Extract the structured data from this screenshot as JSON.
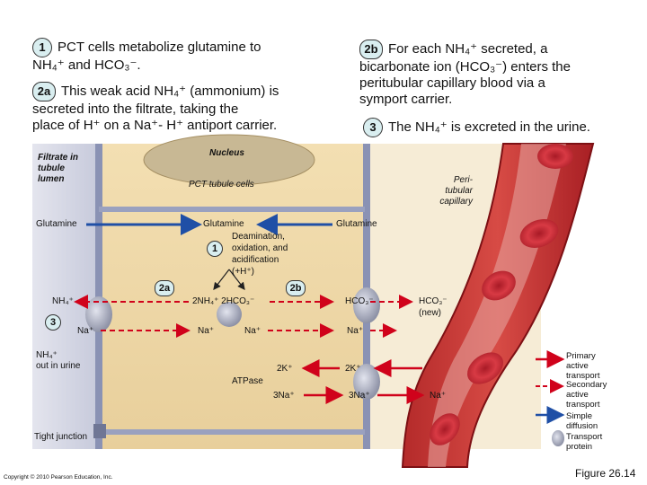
{
  "steps": {
    "s1": {
      "num": "1",
      "line1": "PCT cells metabolize glutamine to",
      "line2": "NH₄⁺ and HCO₃⁻."
    },
    "s2a": {
      "num": "2a",
      "line1": "This weak acid NH₄⁺ (ammonium) is",
      "line2": "secreted into the filtrate, taking the",
      "line3": "place of H⁺ on a Na⁺- H⁺ antiport carrier."
    },
    "s2b": {
      "num": "2b",
      "line1": "For each NH₄⁺ secreted, a",
      "line2": "bicarbonate ion (HCO₃⁻) enters the",
      "line3": "peritubular capillary blood via a",
      "line4": "symport carrier."
    },
    "s3": {
      "num": "3",
      "line1": "The NH₄⁺ is excreted in the urine."
    }
  },
  "labels": {
    "filtrate": "Filtrate in tubule lumen",
    "nucleus": "Nucleus",
    "pct_cells": "PCT tubule cells",
    "peritubular": "Peri-tubular capillary",
    "glutamine_left": "Glutamine",
    "glutamine_mid": "Glutamine",
    "glutamine_right": "Glutamine",
    "deamination_1": "Deamination,",
    "deamination_2": "oxidation, and",
    "deamination_3": "acidification",
    "deamination_4": "(+H⁺)",
    "nh4_left": "NH₄⁺",
    "products": "2NH₄⁺  2HCO₃⁻",
    "hco3_out": "HCO₃⁻",
    "hco3_new_1": "HCO₃⁻",
    "hco3_new_2": "(new)",
    "na_lumen": "Na⁺",
    "na_cell_1": "Na⁺",
    "na_cell_2": "Na⁺",
    "na_blood": "Na⁺",
    "nh4_urine_1": "NH₄⁺",
    "nh4_urine_2": "out in urine",
    "k_left": "2K⁺",
    "k_right": "2K⁺",
    "atpase": "ATPase",
    "na3_left": "3Na⁺",
    "na3_right": "3Na⁺",
    "na_capillary": "Na⁺",
    "tight_junction": "Tight junction"
  },
  "badges": {
    "b1": "1",
    "b2a": "2a",
    "b2b": "2b",
    "b3": "3"
  },
  "legend": {
    "primary": "Primary active transport",
    "secondary": "Secondary active transport",
    "diffusion": "Simple diffusion",
    "protein": "Transport protein"
  },
  "colors": {
    "primary": "#d0021b",
    "secondary": "#d0021b",
    "diffusion": "#1f4fa6",
    "protein": "#a9adbd",
    "cell": "#efd9a8",
    "lumen": "#d4d6e4",
    "vessel": "#c63a3a",
    "rbc": "#cf3440"
  },
  "footer": {
    "copyright": "Copyright © 2010 Pearson Education, Inc.",
    "figure": "Figure 26.14"
  }
}
